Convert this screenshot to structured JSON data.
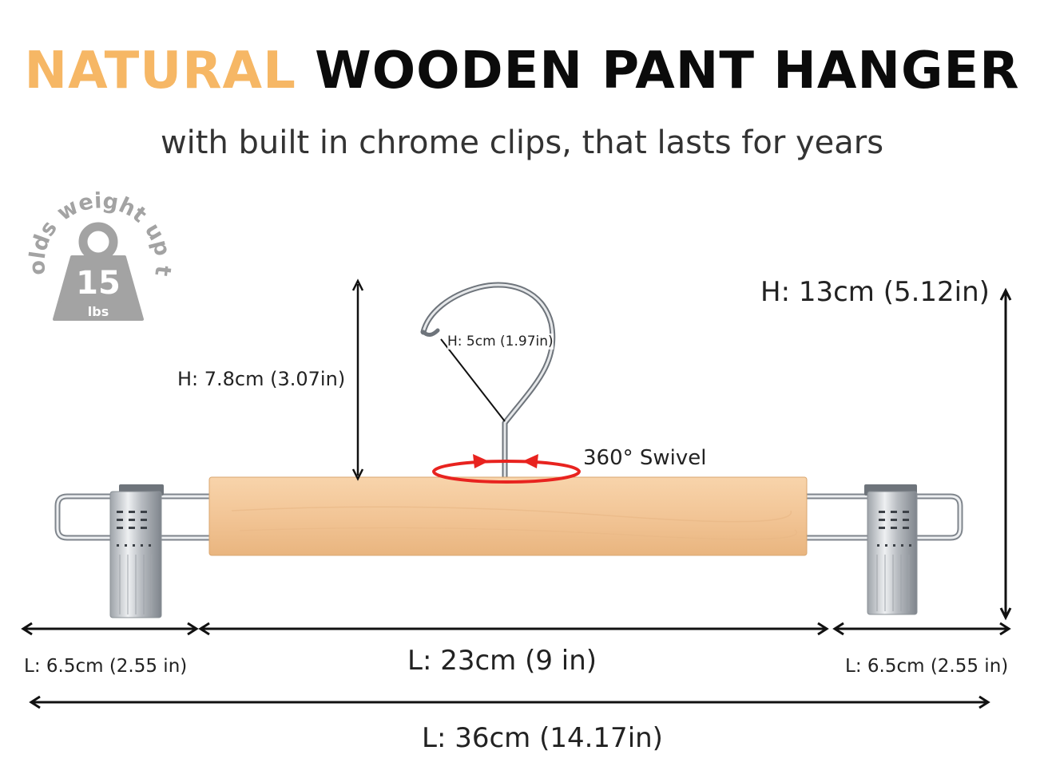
{
  "title": {
    "accent": "NATURAL",
    "rest": "WOODEN PANT HANGER"
  },
  "subtitle": "with built in chrome clips, that lasts for years",
  "badge": {
    "arc_text": "holds weight up to",
    "value": "15",
    "unit": "lbs",
    "color": "#a3a3a3"
  },
  "dimensions": {
    "total_height": "H: 13cm (5.12in)",
    "hook_height": "H: 7.8cm (3.07in)",
    "hook_diameter": "H: 5cm (1.97in)",
    "swivel": "360° Swivel",
    "clip_left_length": "L: 6.5cm (2.55 in)",
    "bar_length": "L: 23cm (9 in)",
    "clip_right_length": "L: 6.5cm (2.55 in)",
    "total_length": "L: 36cm (14.17in)"
  },
  "colors": {
    "accent": "#f6b765",
    "wood": "#f2c596",
    "swivel_arrow": "#e8231f",
    "chrome": "#c4c7cb"
  }
}
